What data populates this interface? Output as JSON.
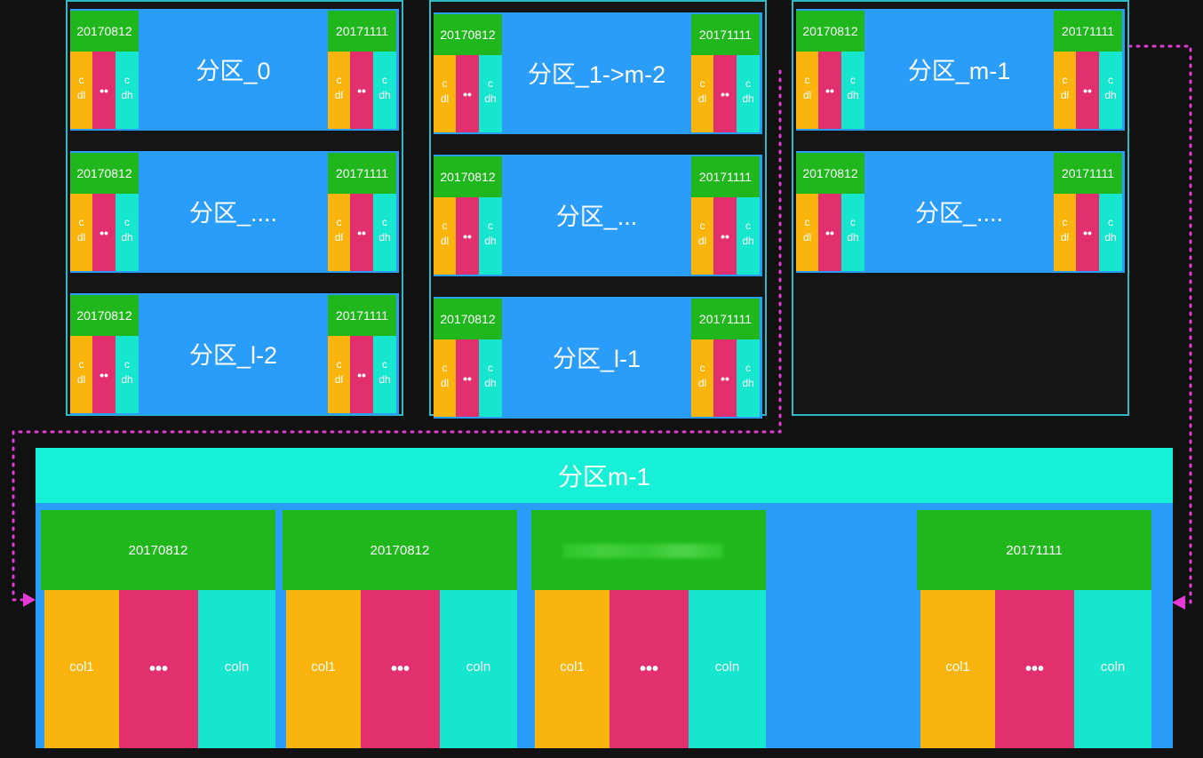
{
  "colors": {
    "background": "#111111",
    "frame": "#2fb9c4",
    "partition": "#2a9dfb",
    "date": "#1fb71c",
    "col_first": "#f9b40d",
    "col_middle": "#e2306e",
    "col_last": "#16e6cd",
    "bottom_header": "#16f0d6",
    "arrow": "#e43bd6"
  },
  "mini_labels": {
    "first": "c\ndl",
    "middle": "••",
    "last": "c\ndh"
  },
  "top_grid": {
    "columns": [
      {
        "partitions": [
          {
            "name": "分区_0",
            "left_date": "20170812",
            "right_date": "20171111"
          },
          {
            "name": "分区_....",
            "left_date": "20170812",
            "right_date": "20171111"
          },
          {
            "name": "分区_l-2",
            "left_date": "20170812",
            "right_date": "20171111"
          }
        ]
      },
      {
        "partitions": [
          {
            "name": "分区_1->m-2",
            "left_date": "20170812",
            "right_date": "20171111"
          },
          {
            "name": "分区_...",
            "left_date": "20170812",
            "right_date": "20171111"
          },
          {
            "name": "分区_l-1",
            "left_date": "20170812",
            "right_date": "20171111"
          }
        ]
      },
      {
        "partitions": [
          {
            "name": "分区_m-1",
            "left_date": "20170812",
            "right_date": "20171111"
          },
          {
            "name": "分区_....",
            "left_date": "20170812",
            "right_date": "20171111"
          }
        ]
      }
    ]
  },
  "bottom": {
    "title": "分区m-1",
    "blocks": [
      {
        "date": "20170812",
        "col_first": "col1",
        "col_middle": "•••",
        "col_last": "coln",
        "blurred": false
      },
      {
        "date": "20170812",
        "col_first": "col1",
        "col_middle": "•••",
        "col_last": "coln",
        "blurred": false
      },
      {
        "date": "",
        "col_first": "col1",
        "col_middle": "•••",
        "col_last": "coln",
        "blurred": true
      },
      {
        "date": "20171111",
        "col_first": "col1",
        "col_middle": "•••",
        "col_last": "coln",
        "blurred": false
      }
    ]
  }
}
